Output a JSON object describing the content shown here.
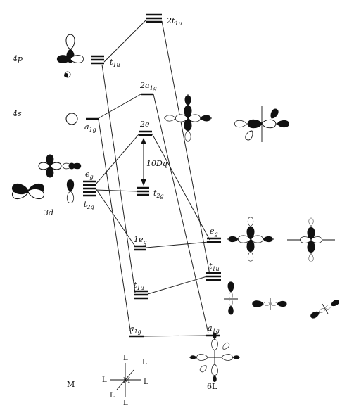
{
  "metal_column": {
    "label_4p": "4p",
    "label_4s": "4s",
    "label_3d": "3d",
    "label_M": "M"
  },
  "complex_levels": {
    "t1u_metal": "t",
    "t1u_metal_sub": "1u",
    "a1g_metal": "a",
    "a1g_metal_sub": "1g",
    "eg_metal": "e",
    "eg_metal_sub": "g",
    "t2g_metal": "t",
    "t2g_metal_sub": "2g",
    "top_2t1u": "2t",
    "top_2t1u_sub": "1u",
    "top_2a1g": "2a",
    "top_2a1g_sub": "1g",
    "top_2e": "2e",
    "split_label": "10Dq",
    "t2g_center": "t",
    "t2g_center_sub": "2g",
    "bond_1eg": "1e",
    "bond_1eg_sub": "g",
    "bond_t1u": "t",
    "bond_t1u_sub": "1u",
    "bond_a1g": "a",
    "bond_a1g_sub": "1g"
  },
  "ligand_column": {
    "eg": "e",
    "eg_sub": "g",
    "t1u": "t",
    "t1u_sub": "1u",
    "a1g": "a",
    "a1g_sub": "1g",
    "label_6L": "6L"
  },
  "octahedron_sketch": {
    "metal": "M",
    "ligand": "L"
  }
}
